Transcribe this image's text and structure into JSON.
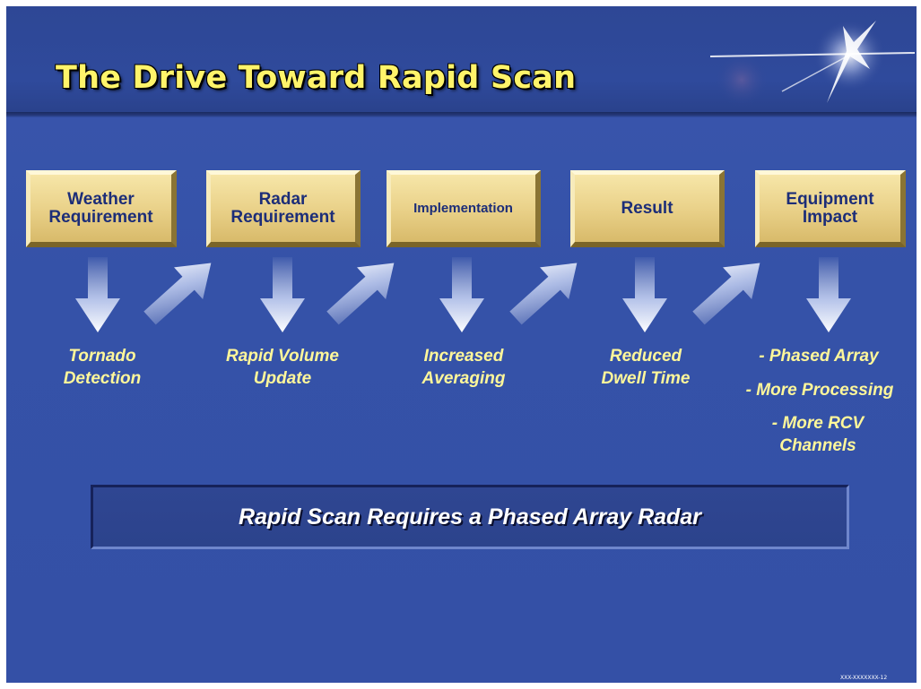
{
  "title": "The Drive Toward Rapid Scan",
  "boxes": [
    {
      "label": "Weather\nRequirement"
    },
    {
      "label": "Radar\nRequirement"
    },
    {
      "label": "Implementation"
    },
    {
      "label": "Result"
    },
    {
      "label": "Equipment\nImpact"
    }
  ],
  "captions": [
    "Tornado\nDetection",
    "Rapid Volume\nUpdate",
    "Increased\nAveraging",
    "Reduced\nDwell Time"
  ],
  "impacts": [
    "- Phased Array",
    "- More Processing",
    "- More RCV\nChannels"
  ],
  "banner": "Rapid Scan Requires a Phased Array Radar",
  "footnote": "XXX-XXXXXXX-12",
  "colors": {
    "slide_background": "#3552a8",
    "title_text": "#fff46a",
    "box_fill": "#ead28a",
    "box_text": "#1c2d78",
    "caption_text": "#fff79a",
    "banner_text": "#ffffff"
  },
  "icons": [
    "down-arrow-icon",
    "diagonal-arrow-icon",
    "logo-star-icon"
  ]
}
